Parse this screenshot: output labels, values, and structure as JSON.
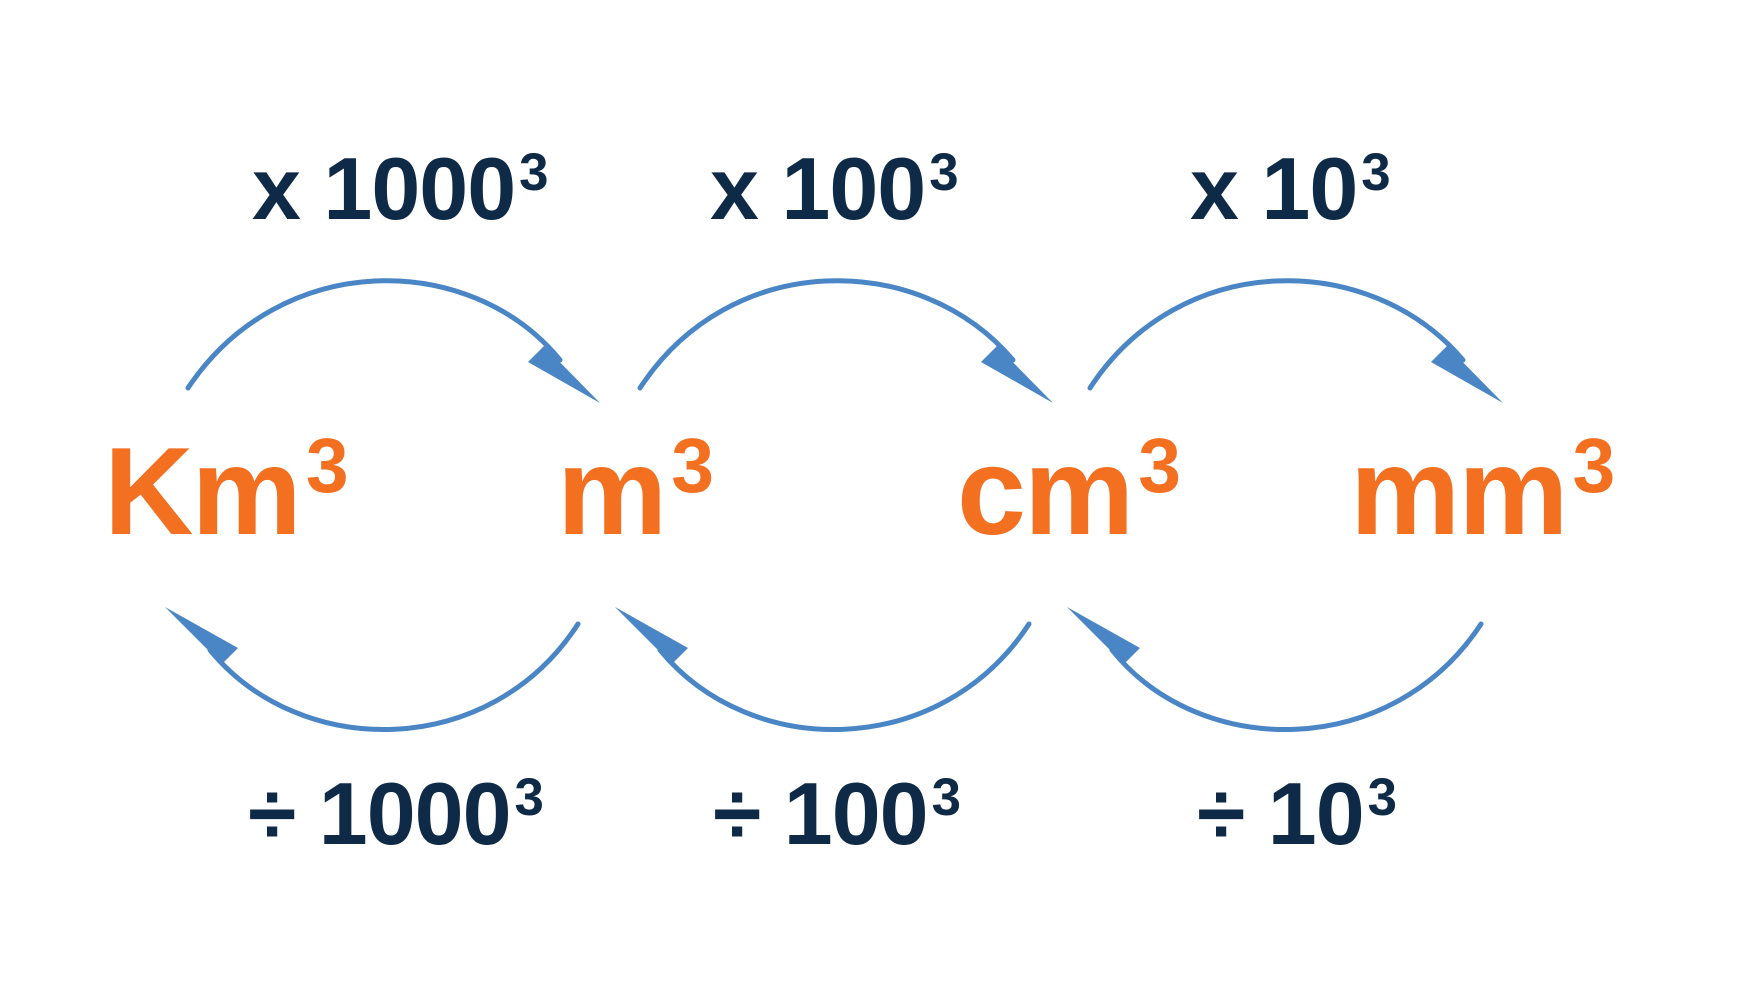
{
  "colors": {
    "unit": "#F37021",
    "factor": "#0E2A47",
    "arrow": "#4A86C5"
  },
  "units": [
    {
      "base": "Km",
      "exp": "3"
    },
    {
      "base": "m",
      "exp": "3"
    },
    {
      "base": "cm",
      "exp": "3"
    },
    {
      "base": "mm",
      "exp": "3"
    }
  ],
  "multiply": [
    {
      "sym": "x",
      "num": "1000",
      "exp": "3"
    },
    {
      "sym": "x",
      "num": "100",
      "exp": "3"
    },
    {
      "sym": "x",
      "num": "10",
      "exp": "3"
    }
  ],
  "divide": [
    {
      "sym": "÷",
      "num": "1000",
      "exp": "3"
    },
    {
      "sym": "÷",
      "num": "100",
      "exp": "3"
    },
    {
      "sym": "÷",
      "num": "10",
      "exp": "3"
    }
  ]
}
